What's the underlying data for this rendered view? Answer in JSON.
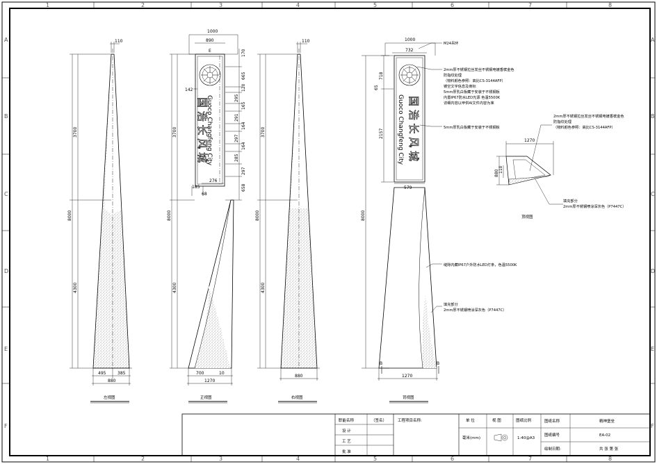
{
  "grid": {
    "columns": [
      "1",
      "2",
      "3",
      "4",
      "5",
      "6",
      "7",
      "8"
    ],
    "rows": [
      "A",
      "B",
      "C",
      "D",
      "E",
      "F"
    ]
  },
  "views": {
    "left": {
      "label": "左视图",
      "dims": {
        "top_width": "110",
        "upper_h": "3700",
        "total_h": "8000",
        "lower_h": "4300",
        "base_left": "495",
        "base_right": "385",
        "base_total": "880"
      }
    },
    "front": {
      "label": "正视图",
      "dims": {
        "top_width": "1000",
        "panel_width": "890",
        "e_mark": "E",
        "h170": "170",
        "h665": "665",
        "h120": "120",
        "h295": "295",
        "h165": "165",
        "h291": "291",
        "h164a": "164",
        "h297a": "297",
        "h164b": "164",
        "h285": "285",
        "h297b": "297",
        "h658": "658",
        "left_142": "142",
        "upper_h": "3700",
        "total_h": "8000",
        "lower_h": "4300",
        "w276": "276",
        "w185": "185",
        "w68": "68",
        "base_700": "700",
        "base_10": "10",
        "base_total": "1270"
      },
      "vertical_text": "Guoco Changfeng City",
      "cjk_text": "国 浩 长 风 城"
    },
    "right": {
      "label": "右视图",
      "dims": {
        "top_width": "110",
        "upper_h": "3700",
        "total_h": "8000",
        "lower_h": "4300",
        "base_total": "880"
      }
    },
    "back": {
      "label": "背视图",
      "dims": {
        "top_width": "1000",
        "panel_width": "732",
        "h718": "718",
        "h65": "65",
        "h2157": "2157",
        "total_h": "8000",
        "w579": "579",
        "base_total": "1270",
        "mark_b": "B"
      },
      "vertical_text": "Guoco Changfeng City",
      "cjk_text": "国 浩 长 风 城"
    },
    "top": {
      "label": "顶视图",
      "dims": {
        "w1270": "1270",
        "h110": "110",
        "h880": "880"
      }
    }
  },
  "annotations": {
    "m24": "M24吊环",
    "steel_line1": "2mm厚不锈钢拉丝发丝不锈钢电镀香槟金色",
    "steel_line2": "防指纹处理",
    "steel_line3": "（物料颜色参照：高比CS-3144AFP）",
    "steel_line4": "镂空文字信息及商标",
    "steel_line5": "5mm厚乳白板藏于安装于不锈钢板",
    "steel_line6": "内置IP67防水LED光源  色温5500K",
    "steel_line7": "详细内容以甲供AI文件内容为准",
    "acrylic": "5mm厚乳白板藏于安装于不锈钢板",
    "led_strip": "缝隙内藏IP67户外防水LED灯条，色温5500K",
    "fill1": "填充部分",
    "fill2": "2mm厚不锈钢喷涂深灰色（P7447C）",
    "top_note1": "2mm厚不锈钢拉丝发丝不锈钢电镀香槟金色",
    "top_note2": "防指纹处理",
    "top_note3": "（物料颜色参照：高比CS-3144AFP）",
    "top_fill1": "填充部分",
    "top_fill2": "2mm厚不锈钢喷涂深灰色（P7447C）"
  },
  "title_block": {
    "role_name": "职能名称",
    "signature": "（签名）",
    "design": "设 计",
    "craft": "工 艺",
    "approve": "批 准",
    "project": "工程项目名称:",
    "unit": "单 位",
    "unit_val": "毫米(mm)",
    "view": "视 图",
    "scale": "图纸比例",
    "scale_val": "1:40@A3",
    "drawing_name": "图纸名称",
    "drawing_name_val": "精神堡垒",
    "drawing_no": "图纸编号",
    "drawing_no_val": "EA-02",
    "draw_date": "绘制日期:",
    "sheets": "共  张 第  张"
  }
}
